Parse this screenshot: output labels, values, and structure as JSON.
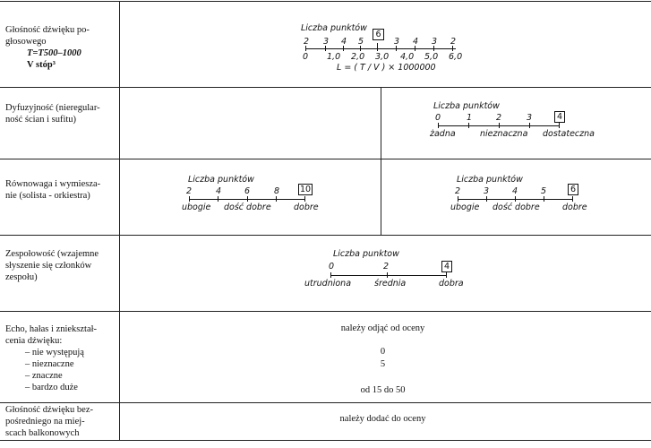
{
  "rows": [
    {
      "label_lines": [
        "Głośność dźwięku po-",
        "głosowego",
        "T=T500–1000",
        "V stóp³"
      ],
      "scales": [
        {
          "title": "Liczba punktów",
          "points_row": [
            "2",
            "3",
            "4",
            "5",
            "3",
            "4",
            "3",
            "2"
          ],
          "score": "6",
          "values_row": [
            "0",
            "1,0",
            "2,0",
            "3,0",
            "4,0",
            "5,0",
            "6,0"
          ],
          "formula": "L = ( T / V ) × 1000000"
        }
      ]
    },
    {
      "label_lines": [
        "Dyfuzyjność (nieregular-",
        "ność ścian i sufitu)"
      ],
      "scales": [
        {
          "title": "Liczba punktów",
          "points_row": [
            "0",
            "1",
            "2",
            "3"
          ],
          "score": "4",
          "word_labels": [
            "żadna",
            "nieznaczna",
            "dostateczna"
          ]
        }
      ]
    },
    {
      "label_lines": [
        "Równowaga i wymiesza-",
        "nie (solista - orkiestra)"
      ],
      "scales": [
        {
          "title": "Liczba punktów",
          "points_row": [
            "2",
            "4",
            "6",
            "8"
          ],
          "score": "10",
          "word_labels": [
            "ubogie",
            "dość dobre",
            "dobre"
          ]
        },
        {
          "title": "Liczba punktów",
          "points_row": [
            "2",
            "3",
            "4",
            "5"
          ],
          "score": "6",
          "word_labels": [
            "ubogie",
            "dość dobre",
            "dobre"
          ]
        }
      ]
    },
    {
      "label_lines": [
        "Zespołowość (wzajemne",
        "słyszenie się członków",
        "zespołu)"
      ],
      "scales": [
        {
          "title": "Liczba punktow",
          "points_row": [
            "0",
            "2"
          ],
          "score": "4",
          "word_labels": [
            "utrudniona",
            "średnia",
            "dobra"
          ]
        }
      ]
    },
    {
      "label_lines": [
        "Echo, hałas i zniekształ-",
        "cenia dźwięku:",
        "–  nie występują",
        "–  nieznaczne",
        "–  znaczne",
        "–  bardzo duże"
      ],
      "texts": [
        "należy odjąć od oceny",
        "0",
        "5",
        "od 15 do 50"
      ]
    },
    {
      "label_lines": [
        "Głośność dźwięku bez-",
        "pośredniego na miej-",
        "scach balkonowych"
      ],
      "texts": [
        "należy dodać do oceny"
      ]
    }
  ]
}
